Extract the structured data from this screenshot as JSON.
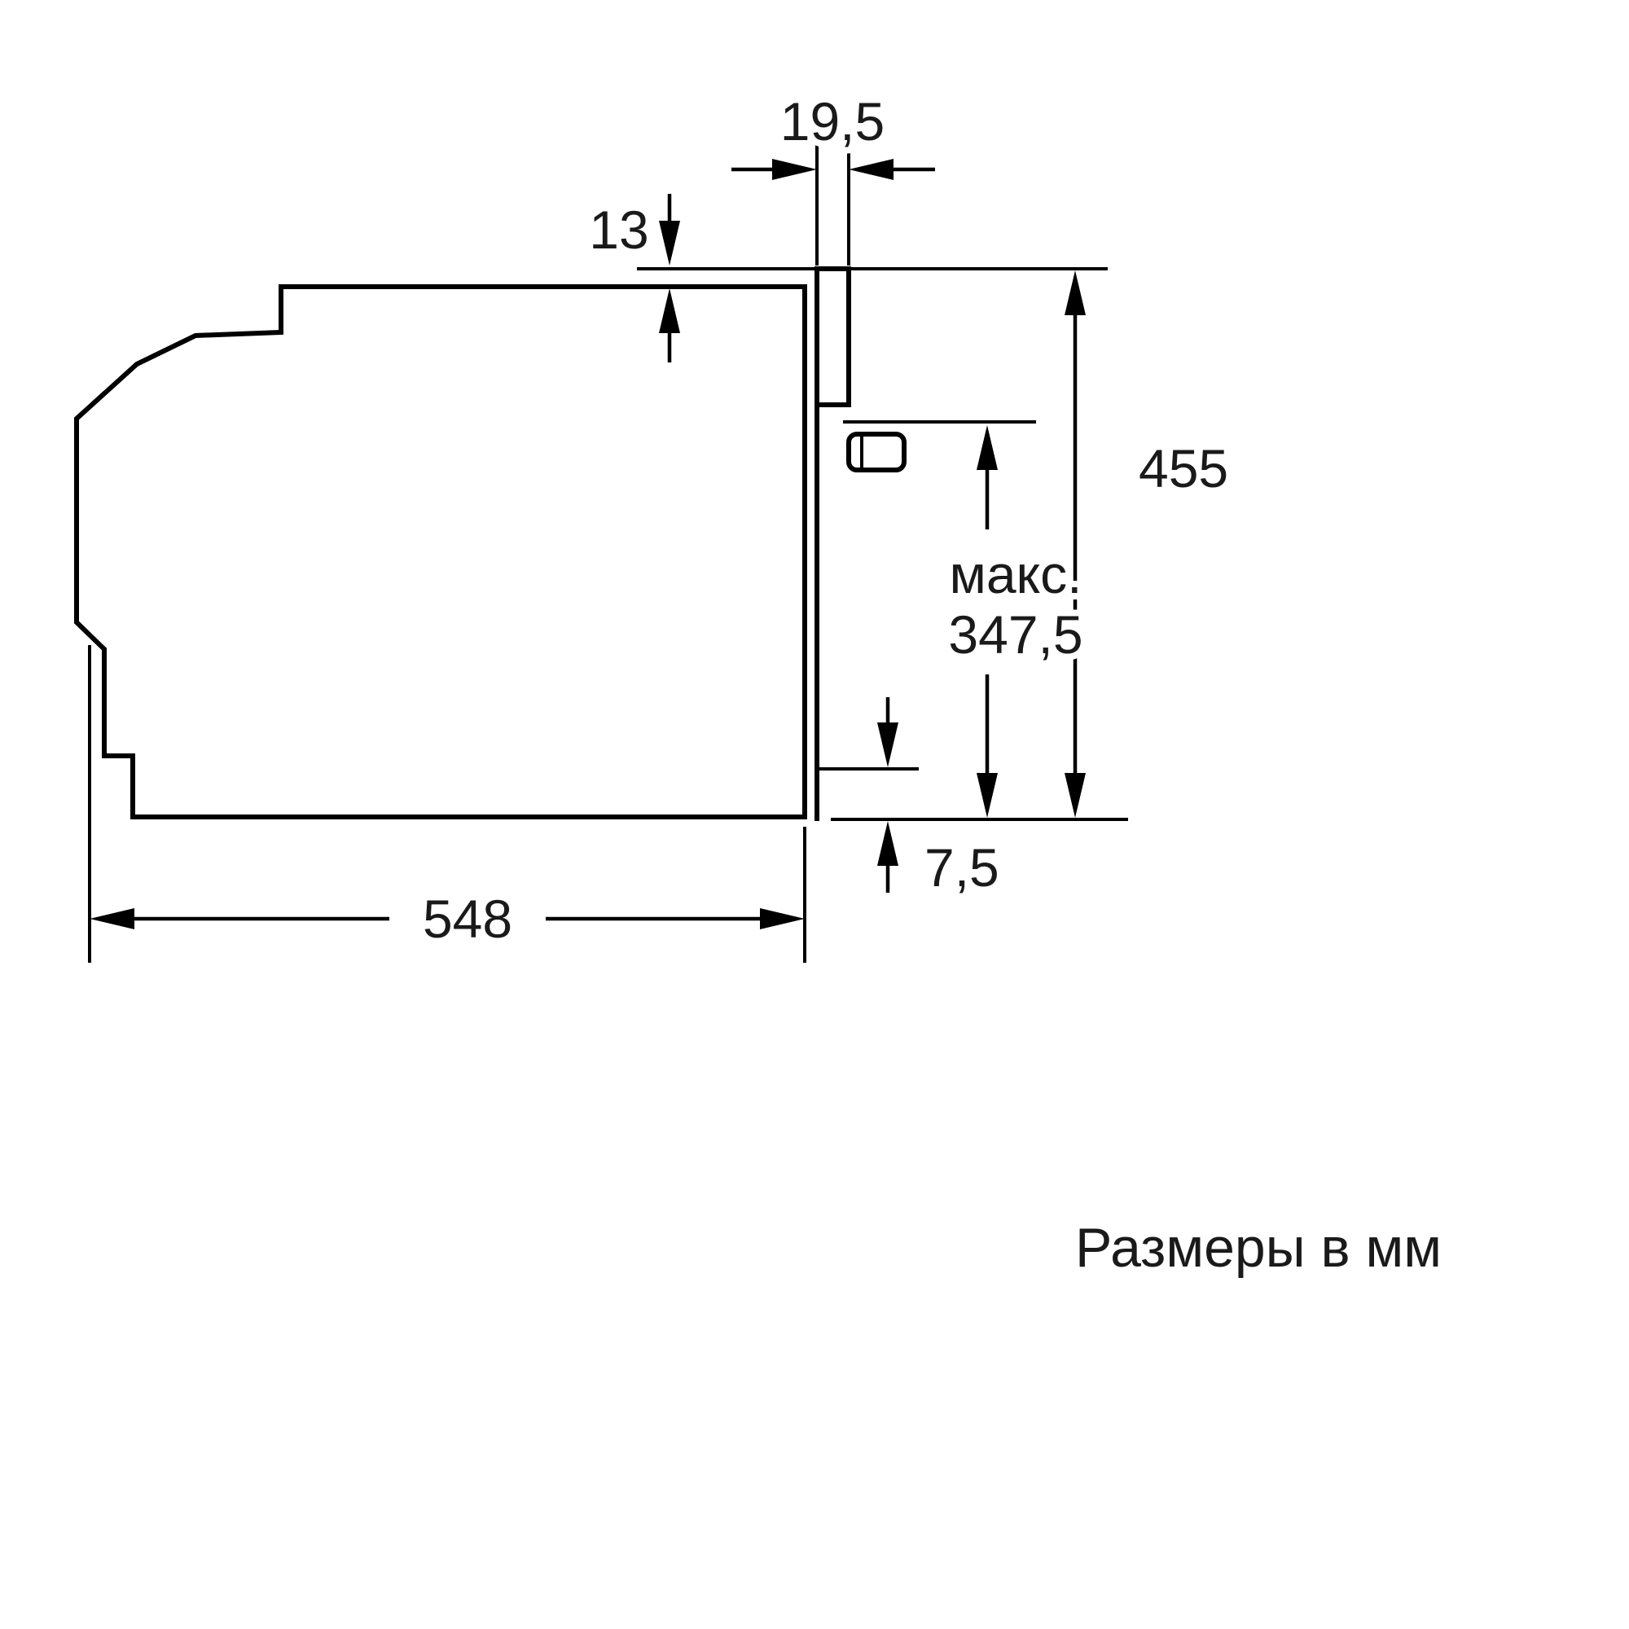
{
  "page": {
    "background": "#ffffff",
    "line_color": "#000000",
    "text_color": "#1a1a1a"
  },
  "diagram": {
    "type": "appliance-installation-dimension-drawing",
    "labels": {
      "protrusion_width": "19,5",
      "top_clearance": "13",
      "niche_height": "455",
      "max_prefix": "макс.",
      "max_height": "347,5",
      "bottom_overhang": "7,5",
      "appliance_depth": "548",
      "units_note": "Размеры в мм"
    }
  }
}
